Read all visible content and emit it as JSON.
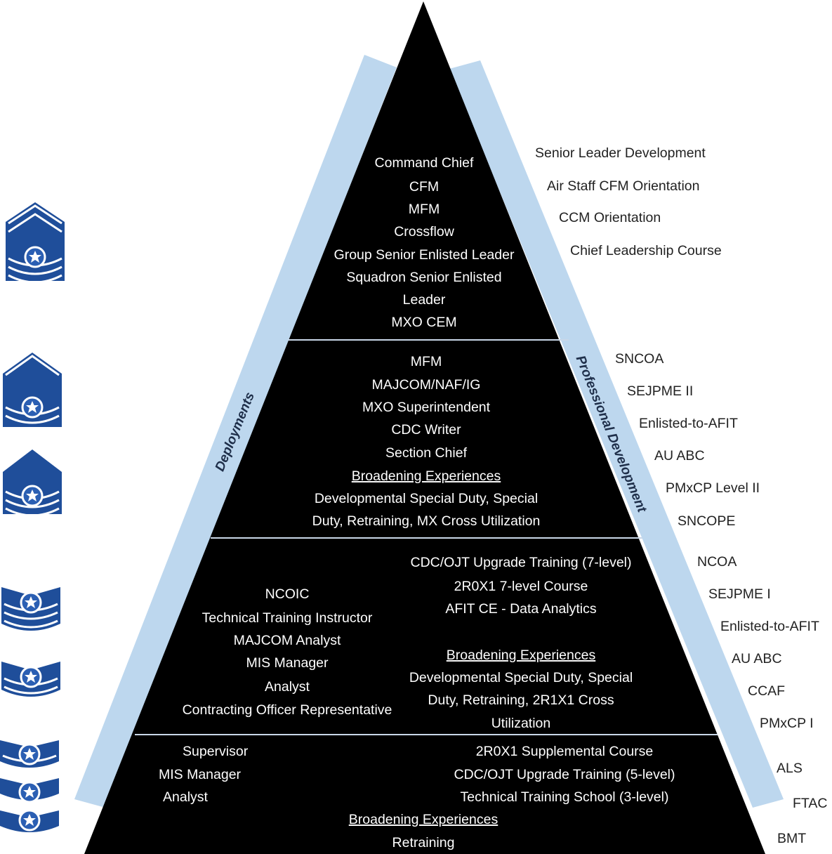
{
  "labels": {
    "left_band": "Deployments",
    "right_band": "Professional Development"
  },
  "tiers": {
    "top": {
      "lines": [
        "Command Chief",
        "CFM",
        "MFM",
        "Crossflow",
        "Group Senior Enlisted Leader",
        "Squadron Senior Enlisted",
        "Leader",
        "MXO CEM"
      ],
      "courses": [
        "Senior Leader Development",
        "Air Staff CFM Orientation",
        "CCM Orientation",
        "Chief Leadership Course"
      ]
    },
    "upper": {
      "lines": [
        "MFM",
        "MAJCOM/NAF/IG",
        "MXO Superintendent",
        "CDC Writer",
        "Section Chief",
        "Broadening Experiences",
        "Developmental Special Duty, Special",
        "Duty, Retraining, MX Cross Utilization"
      ],
      "courses": [
        "SNCOA",
        "SEJPME II",
        "Enlisted-to-AFIT",
        "AU ABC",
        "PMxCP Level II",
        "SNCOPE"
      ]
    },
    "middle": {
      "left": [
        "NCOIC",
        "Technical Training Instructor",
        "MAJCOM Analyst",
        "MIS Manager",
        "Analyst",
        "Contracting Officer Representative"
      ],
      "right": [
        "CDC/OJT Upgrade Training (7-level)",
        "2R0X1 7-level Course",
        "AFIT CE - Data Analytics",
        "Broadening Experiences",
        "Developmental Special Duty, Special",
        "Duty, Retraining, 2R1X1 Cross",
        "Utilization"
      ],
      "courses": [
        "NCOA",
        "SEJPME I",
        "Enlisted-to-AFIT",
        "AU ABC",
        "CCAF",
        "PMxCP I"
      ]
    },
    "bottom": {
      "left": [
        "Supervisor",
        "MIS Manager",
        "Analyst"
      ],
      "right": [
        "2R0X1 Supplemental Course",
        "CDC/OJT Upgrade Training (5-level)",
        "Technical Training School (3-level)"
      ],
      "center": [
        "Broadening Experiences",
        "Retraining"
      ],
      "courses": [
        "ALS",
        "FTAC",
        "BMT"
      ]
    }
  },
  "insignia": [
    "chief-master-sergeant-insignia",
    "senior-master-sergeant-insignia",
    "master-sergeant-insignia",
    "technical-sergeant-insignia",
    "staff-sergeant-insignia",
    "senior-airman-insignia",
    "airman-first-class-insignia",
    "airman-insignia"
  ],
  "colors": {
    "pyramid": "#000000",
    "band": "#bdd7ee",
    "text_on_dark": "#ffffff",
    "insignia": "#1f4e9a"
  }
}
